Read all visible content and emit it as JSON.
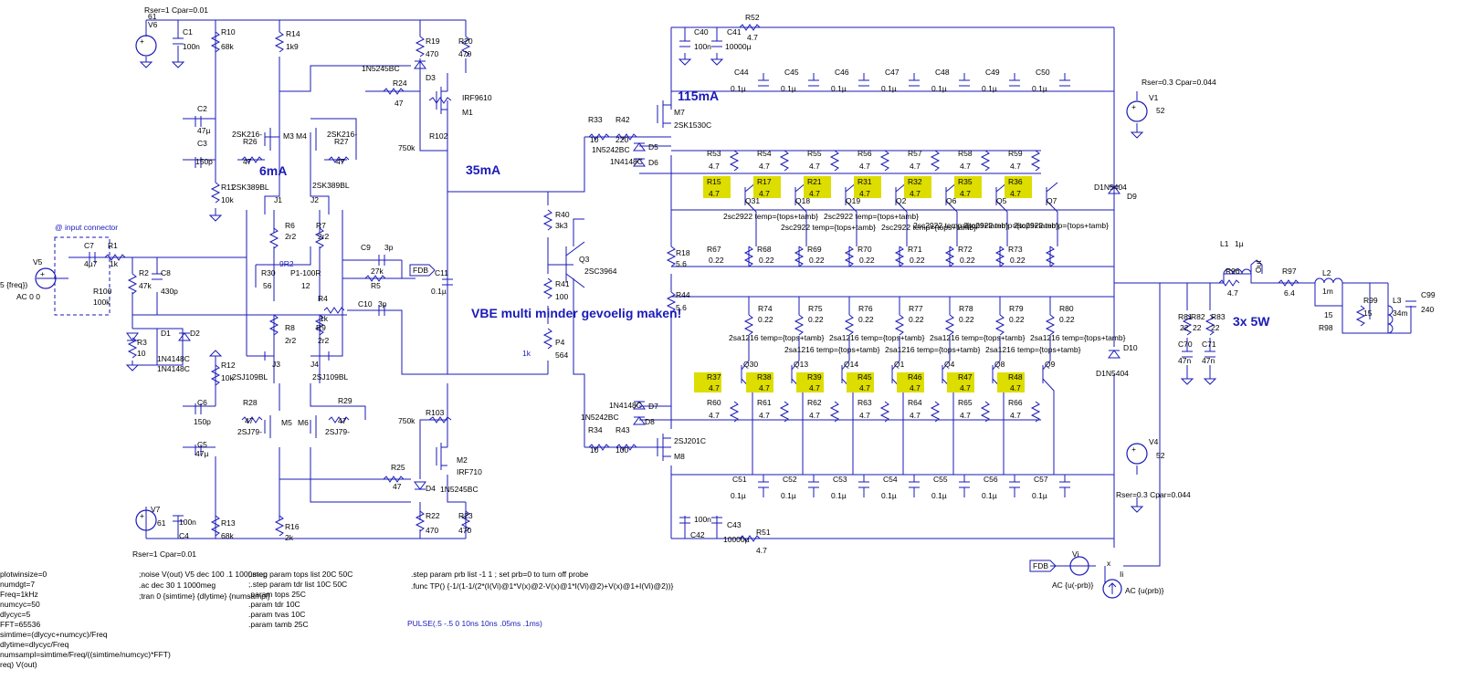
{
  "top_left": {
    "v6_name": "V6",
    "v6_value": "61",
    "rser_top": "Rser=1 Cpar=0.01",
    "c1": "C1",
    "c1v": "100n",
    "r10": "R10",
    "r10v": "68k",
    "r14": "R14",
    "r14v": "1k9",
    "r19": "R19",
    "r19v": "470",
    "r20": "R20",
    "r20v": "470",
    "d3_part": "1N5245BC",
    "d3": "D3",
    "r24": "R24",
    "r24v": "47",
    "m1_part": "IRF9610",
    "m1": "M1",
    "c2": "C2",
    "c2v": "47µ",
    "m3_part": "2SK216-",
    "m3": "M3",
    "m4": "M4",
    "m4_part": "2SK216-",
    "r26": "R26",
    "r26v": "47",
    "r27": "R27",
    "r27v": "47",
    "c3": "C3",
    "c3v": "150p",
    "r102": "R102",
    "r102v": "750k",
    "i6ma": "6mA",
    "i35ma": "35mA",
    "r11": "R11",
    "r11v": "10k",
    "j1_part": "2SK389BL",
    "j1": "J1",
    "j2": "J2",
    "j2_part": "2SK389BL"
  },
  "input": {
    "connector": "@ input connector",
    "v5": "V5",
    "v5_src": "5 {freq})",
    "v5_ac": "AC 0 0",
    "c7": "C7",
    "c7v": "4µ7",
    "r1": "R1",
    "r1v": "1k",
    "r2": "R2",
    "r2v": "47k",
    "c8": "C8",
    "c8v": "430p",
    "r100": "R100",
    "r100v": "100k",
    "r3": "R3",
    "r3v": "10",
    "d1": "D1",
    "d2": "D2",
    "d1_part": "1N4148C",
    "d2_part": "1N4148C"
  },
  "center": {
    "r6": "R6",
    "r6v": "2r2",
    "r7": "R7",
    "r7v": "2r2",
    "r30": "R30",
    "r30v": "56",
    "p1": "P1-100R",
    "p1v": "12",
    "r9r2": "9R2",
    "r4": "R4",
    "r4v": "1k",
    "c9": "C9",
    "c9v": "3p",
    "r5": "R5",
    "r5v": "27k",
    "fdb": "FDB",
    "c10": "C10",
    "c10v": "3p",
    "c11": "C11",
    "c11v": "0.1µ",
    "r8": "R8",
    "r8v": "2r2",
    "r9": "R9",
    "r9v": "2r2",
    "j3": "J3",
    "j4": "J4",
    "j3_part": "2SJ109BL",
    "j4_part": "2SJ109BL",
    "r12": "R12",
    "r12v": "10k",
    "c6": "C6",
    "c6v": "150p",
    "r28": "R28",
    "r28v": "47",
    "r29": "R29",
    "r29v": "47",
    "m5_part": "2SJ79-",
    "m5": "M5",
    "m6": "M6",
    "m6_part": "2SJ79-",
    "c5": "C5",
    "c5v": "47µ",
    "r103": "R103",
    "r103v": "750k",
    "m2": "M2",
    "m2_part": "IRF710",
    "r25": "R25",
    "r25v": "47",
    "d4": "D4",
    "d4_part": "1N5245BC",
    "v7": "V7",
    "v7v": "61",
    "c4v": "100n",
    "c4": "C4",
    "r13": "R13",
    "r13v": "68k",
    "r16": "R16",
    "r16v": "2k",
    "r22": "R22",
    "r22v": "470",
    "r23": "R23",
    "r23v": "470",
    "rser_bot": "Rser=1 Cpar=0.01"
  },
  "vbe": {
    "r33": "R33",
    "r33v": "10",
    "r42": "R42",
    "r42v": "220",
    "d5_part": "1N5242BC",
    "d5": "D5",
    "d6_part": "1N4148C",
    "d6": "D6",
    "r40": "R40",
    "r40v": "3k3",
    "q3": "Q3",
    "q3_part": "2SC3964",
    "r41": "R41",
    "r41v": "100",
    "p4": "P4",
    "p4v": "564",
    "p4_set": "1k",
    "note": "VBE multi minder gevoelig maken!",
    "d7": "D7",
    "d7_part": "1N4148C",
    "d8": "D8",
    "d8_part": "1N5242BC",
    "r34": "R34",
    "r34v": "10",
    "r43": "R43",
    "r43v": "100",
    "m7": "M7",
    "m7_part": "2SK1530C",
    "m8": "M8",
    "m8_part": "2SJ201C",
    "r18": "R18",
    "r18v": "5.6",
    "r44": "R44",
    "r44v": "5.6",
    "i115": "115mA"
  },
  "supply_top": {
    "c40": "C40",
    "c40v": "100n",
    "c41": "C41",
    "c41v": "10000µ",
    "r52": "R52",
    "r52v": "4.7",
    "v1": "V1",
    "v1v": "52",
    "v1_rser": "Rser=0.3 Cpar=0.044",
    "caps": [
      {
        "n": "C44",
        "v": "0.1µ"
      },
      {
        "n": "C45",
        "v": "0.1µ"
      },
      {
        "n": "C46",
        "v": "0.1µ"
      },
      {
        "n": "C47",
        "v": "0.1µ"
      },
      {
        "n": "C48",
        "v": "0.1µ"
      },
      {
        "n": "C49",
        "v": "0.1µ"
      },
      {
        "n": "C50",
        "v": "0.1µ"
      }
    ]
  },
  "npn": [
    {
      "rb": "R53",
      "rbv": "4.7",
      "rg": "R15",
      "rgv": "4.7",
      "q": "Q31",
      "re": "R67",
      "rev": "0.22"
    },
    {
      "rb": "R54",
      "rbv": "4.7",
      "rg": "R17",
      "rgv": "4.7",
      "q": "Q18",
      "re": "R68",
      "rev": "0.22"
    },
    {
      "rb": "R55",
      "rbv": "4.7",
      "rg": "R21",
      "rgv": "4.7",
      "q": "Q19",
      "re": "R69",
      "rev": "0.22"
    },
    {
      "rb": "R56",
      "rbv": "4.7",
      "rg": "R31",
      "rgv": "4.7",
      "q": "Q2",
      "re": "R70",
      "rev": "0.22"
    },
    {
      "rb": "R57",
      "rbv": "4.7",
      "rg": "R32",
      "rgv": "4.7",
      "q": "Q6",
      "re": "R71",
      "rev": "0.22"
    },
    {
      "rb": "R58",
      "rbv": "4.7",
      "rg": "R35",
      "rgv": "4.7",
      "q": "Q5",
      "re": "R72",
      "rev": "0.22"
    },
    {
      "rb": "R59",
      "rbv": "4.7",
      "rg": "R36",
      "rgv": "4.7",
      "q": "Q7",
      "re": "R73",
      "rev": "0.22"
    }
  ],
  "npn_model": "2sc2922 temp={tops+tamb}",
  "pnp": [
    {
      "re": "R74",
      "rev": "0.22",
      "rg": "R37",
      "rgv": "4.7",
      "q": "Q30",
      "rb": "R60",
      "rbv": "4.7"
    },
    {
      "re": "R75",
      "rev": "0.22",
      "rg": "R38",
      "rgv": "4.7",
      "q": "Q13",
      "rb": "R61",
      "rbv": "4.7"
    },
    {
      "re": "R76",
      "rev": "0.22",
      "rg": "R39",
      "rgv": "4.7",
      "q": "Q14",
      "rb": "R62",
      "rbv": "4.7"
    },
    {
      "re": "R77",
      "rev": "0.22",
      "rg": "R45",
      "rgv": "4.7",
      "q": "Q1",
      "rb": "R63",
      "rbv": "4.7"
    },
    {
      "re": "R78",
      "rev": "0.22",
      "rg": "R46",
      "rgv": "4.7",
      "q": "Q4",
      "rb": "R64",
      "rbv": "4.7"
    },
    {
      "re": "R79",
      "rev": "0.22",
      "rg": "R47",
      "rgv": "4.7",
      "q": "Q8",
      "rb": "R65",
      "rbv": "4.7"
    },
    {
      "re": "R80",
      "rev": "0.22",
      "rg": "R48",
      "rgv": "4.7",
      "q": "Q9",
      "rb": "R66",
      "rbv": "4.7"
    }
  ],
  "pnp_model": "2sa1216 temp={tops+tamb}",
  "supply_bot": {
    "caps": [
      {
        "n": "C51",
        "v": "0.1µ"
      },
      {
        "n": "C52",
        "v": "0.1µ"
      },
      {
        "n": "C53",
        "v": "0.1µ"
      },
      {
        "n": "C54",
        "v": "0.1µ"
      },
      {
        "n": "C55",
        "v": "0.1µ"
      },
      {
        "n": "C56",
        "v": "0.1µ"
      },
      {
        "n": "C57",
        "v": "0.1µ"
      }
    ],
    "c42v": "100n",
    "c42": "C42",
    "c43": "C43",
    "c43v": "10000µ",
    "r51": "R51",
    "r51v": "4.7",
    "v4": "V4",
    "v4v": "52",
    "v4_rser": "Rser=0.3 Cpar=0.044"
  },
  "output": {
    "d9_part": "D1N5404",
    "d9": "D9",
    "d10": "D10",
    "d10_part": "D1N5404",
    "l1": "L1",
    "l1v": "1µ",
    "r96": "R96",
    "r96v": "4.7",
    "out": "Out",
    "r97": "R97",
    "r97v": "6.4",
    "l2": "L2",
    "l2v": "1m",
    "r98v": "15",
    "r98": "R98",
    "r99": "R99",
    "r99v": "15",
    "l3": "L3",
    "l3v": "34m",
    "c99": "C99",
    "c99v": "240",
    "r81": "R81",
    "r81v": "22",
    "r82": "R82",
    "r82v": "22",
    "r83": "R83",
    "r83v": "22",
    "c70": "C70",
    "c70v": "47n",
    "c71": "C71",
    "c71v": "47n",
    "note": "3x 5W",
    "vi": "Vi",
    "vi_ac": "AC {u(-prb)}",
    "ii": "Ii",
    "ii_ac": "AC {u(prb)}",
    "fdb": "FDB"
  },
  "directives": {
    "col1": [
      "plotwinsize=0",
      "numdgt=7",
      "Freq=1kHz",
      "numcyc=50",
      "dlycyc=5",
      "FFT=65536",
      "simtime=(dlycyc+numcyc)/Freq",
      "dlytime=dlycyc/Freq",
      "numsampl=simtime/Freq/((simtime/numcyc)*FFT)",
      "req) V(out)"
    ],
    "col2": [
      ";noise V(out) V5 dec 100 .1 1000meg",
      ".ac dec 30 1 1000meg",
      ";tran 0 {simtime} {dlytime} {numsampl}"
    ],
    "col3": [
      ";.step param tops list 20C 50C",
      ";.step param tdr list 10C 50C",
      ".param tops 25C",
      ".param tdr 10C",
      ".param tvas 10C",
      ".param tamb 25C"
    ],
    "col4": [
      ".step param prb list -1 1 ; set prb=0 to turn off probe",
      ".func TP() {-1/(1-1/(2*(I(Vi)@1*V(x)@2-V(x)@1*I(Vi)@2)+V(x)@1+I(Vi)@2))}"
    ],
    "pulse": "PULSE(.5 -.5 0 10ns 10ns .05ms .1ms)"
  }
}
